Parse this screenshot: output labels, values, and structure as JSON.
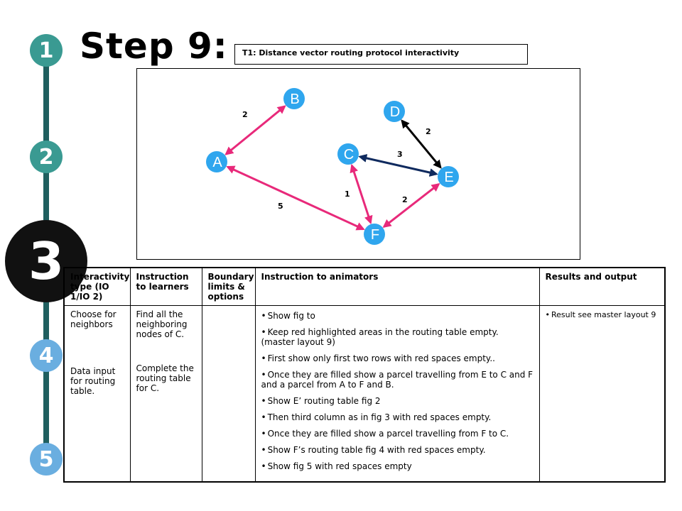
{
  "title": "Step 9:",
  "topic": "T1: Distance vector routing protocol interactivity",
  "steps": [
    "1",
    "2",
    "3",
    "4",
    "5"
  ],
  "diagram": {
    "nodes": [
      {
        "id": "A",
        "label": "A"
      },
      {
        "id": "B",
        "label": "B"
      },
      {
        "id": "C",
        "label": "C"
      },
      {
        "id": "D",
        "label": "D"
      },
      {
        "id": "E",
        "label": "E"
      },
      {
        "id": "F",
        "label": "F"
      }
    ],
    "edges": [
      {
        "from": "A",
        "to": "B",
        "weight": "2",
        "color": "#e8297a"
      },
      {
        "from": "A",
        "to": "F",
        "weight": "5",
        "color": "#e8297a"
      },
      {
        "from": "C",
        "to": "F",
        "weight": "1",
        "color": "#e8297a"
      },
      {
        "from": "E",
        "to": "F",
        "weight": "2",
        "color": "#e8297a"
      },
      {
        "from": "C",
        "to": "E",
        "weight": "3",
        "color": "#0f2a5e"
      },
      {
        "from": "D",
        "to": "E",
        "weight": "2",
        "color": "#000000"
      }
    ],
    "node_color": "#2fa6ee"
  },
  "table": {
    "headers": [
      "Interactivity type (IO 1/IO 2)",
      "Instruction to learners",
      "Boundary limits & options",
      "Instruction to animators",
      "Results and output"
    ],
    "col1": {
      "a": "Choose for neighbors",
      "b": "Data input for routing table."
    },
    "col2": {
      "a": "Find all the neighboring nodes of C.",
      "b": "Complete the routing table for C."
    },
    "col3": "",
    "animators": [
      "Show fig to",
      "Keep red highlighted  areas in the routing table empty. (master layout 9)",
      "First show only first  two rows with red spaces empty..",
      "Once they are filled show a parcel travelling from E to C and F and a parcel from A to F and B.",
      "Show E’ routing table fig 2",
      "Then third column as in fig 3 with red spaces empty.",
      "Once they are filled show a parcel travelling from F to C.",
      "Show F’s routing table fig 4 with red spaces empty.",
      "Show fig 5 with red spaces empty"
    ],
    "results": [
      "Result see master layout 9"
    ]
  }
}
